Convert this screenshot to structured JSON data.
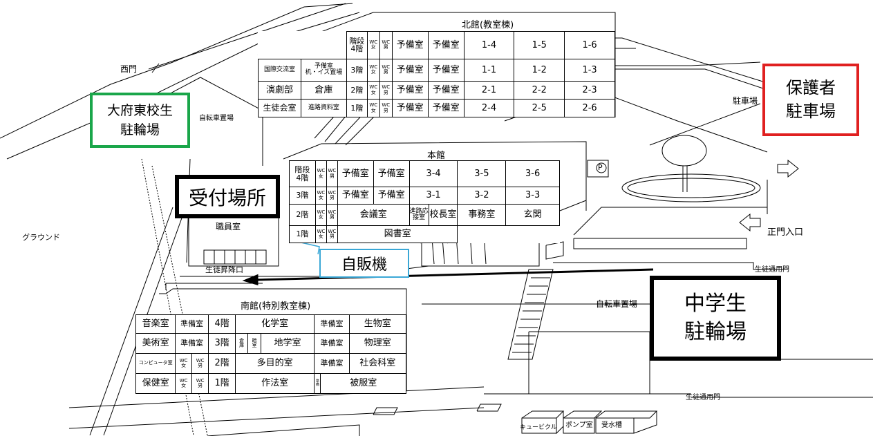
{
  "colors": {
    "parent_parking": "#e02020",
    "bike_ofuhigashi": "#1aa64a",
    "vending": "#3aa7d6",
    "line": "#000000"
  },
  "labels": {
    "nishimon": "西門",
    "bicycle_parking_west": "自転車置場",
    "ground": "グラウンド",
    "parking": "駐車場",
    "seimon": "正門入口",
    "student_gate_1": "生徒通用門",
    "student_gate_2": "生徒通用門",
    "bicycle_parking_east": "自転車置場",
    "entrance_student": "生徒昇降口",
    "cubicle": "キュービクル",
    "pump": "ポンプ室",
    "water_tank": "受水槽",
    "parking_p": "P"
  },
  "callouts": {
    "reception": "受付場所",
    "parent_parking": "保護者\n駐車場",
    "ofu_bike": "大府東校生\n駐輪場",
    "junior_bike": "中学生\n駐輪場",
    "vending": "自販機"
  },
  "north": {
    "title": "北館(教室棟)",
    "rows": [
      [
        "",
        "",
        "階段\n4階",
        "WC\n女",
        "WC\n男",
        "予備室",
        "予備室",
        "1-4",
        "1-5",
        "1-6"
      ],
      [
        "国際交流室",
        "予備室\n机・イス置場",
        "3階",
        "WC\n女",
        "WC\n男",
        "予備室",
        "予備室",
        "1-1",
        "1-2",
        "1-3"
      ],
      [
        "演劇部",
        "倉庫",
        "2階",
        "WC\n女",
        "WC\n男",
        "予備室",
        "予備室",
        "2-1",
        "2-2",
        "2-3"
      ],
      [
        "生徒会室",
        "進路資料室",
        "1階",
        "WC\n女",
        "WC\n男",
        "予備室",
        "予備室",
        "2-4",
        "2-5",
        "2-6"
      ]
    ]
  },
  "main": {
    "title": "本館",
    "row1": [
      "階段\n4階",
      "WC\n女",
      "WC\n男",
      "予備室",
      "予備室",
      "3-4",
      "3-5",
      "3-6"
    ],
    "row2": [
      "3階",
      "WC\n女",
      "WC\n男",
      "予備室",
      "予備室",
      "3-1",
      "3-2",
      "3-3"
    ],
    "row3": [
      "2階",
      "WC\n女",
      "WC\n男",
      "会議室",
      "進路応\n接室",
      "校長室",
      "事務室",
      "玄関"
    ],
    "row4": [
      "1階",
      "WC\n女",
      "WC\n男",
      "図書室"
    ],
    "staff_room": "職員室"
  },
  "south": {
    "title": "南館(特別教室棟)",
    "row1": [
      "音楽室",
      "準備室",
      "4階",
      "化学室",
      "準備室",
      "生物室"
    ],
    "row2": [
      "美術室",
      "準備室",
      "3階",
      "倉\n庫",
      "暗\n室",
      "地学室",
      "準備室",
      "物理室"
    ],
    "row3": [
      "コンピュータ室",
      "WC\n女",
      "WC\n男",
      "2階",
      "多目的室",
      "準備室",
      "社会科室"
    ],
    "row4": [
      "保健室",
      "WC\n女",
      "WC\n男",
      "1階",
      "作法室",
      "準\n備",
      "被服室"
    ]
  }
}
